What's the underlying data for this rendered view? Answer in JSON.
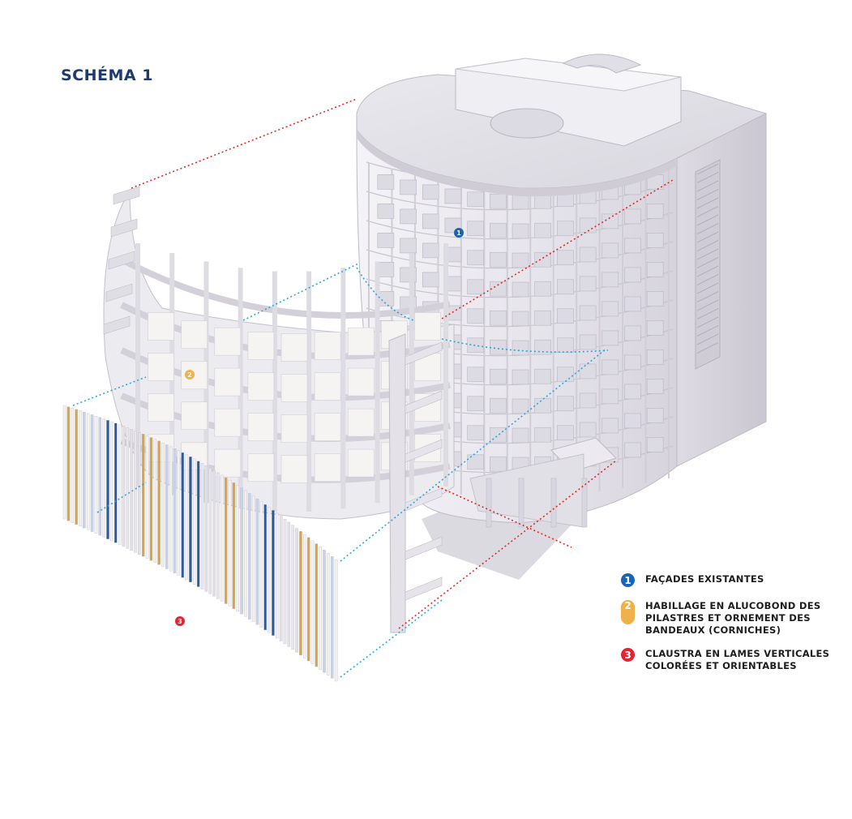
{
  "title": "SCHÉMA 1",
  "markers": [
    {
      "label": "1",
      "color": "#1b63b5"
    },
    {
      "label": "2",
      "color": "#f0b04a"
    },
    {
      "label": "3",
      "color": "#e52433"
    }
  ],
  "legend": [
    {
      "number": "1",
      "color": "#1b63b5",
      "lines": [
        "FAÇADES EXISTANTES"
      ]
    },
    {
      "number": "2",
      "color": "#f0b04a",
      "lines": [
        "HABILLAGE EN ALUCOBOND DES",
        "PILASTRES ET ORNEMENT DES",
        "BANDEAUX (CORNICHES)"
      ]
    },
    {
      "number": "3",
      "color": "#e52433",
      "lines": [
        "CLAUSTRA EN LAMES VERTICALES",
        "COLORÉES ET ORIENTABLES"
      ]
    }
  ],
  "colors": {
    "connector_red": "#e02a2a",
    "connector_blue": "#2aa6d8",
    "building": "#e6e4ea",
    "building_shadow": "#cfccd6",
    "slat_blue": "#2d5a9b",
    "slat_ochre": "#d7a54a"
  }
}
